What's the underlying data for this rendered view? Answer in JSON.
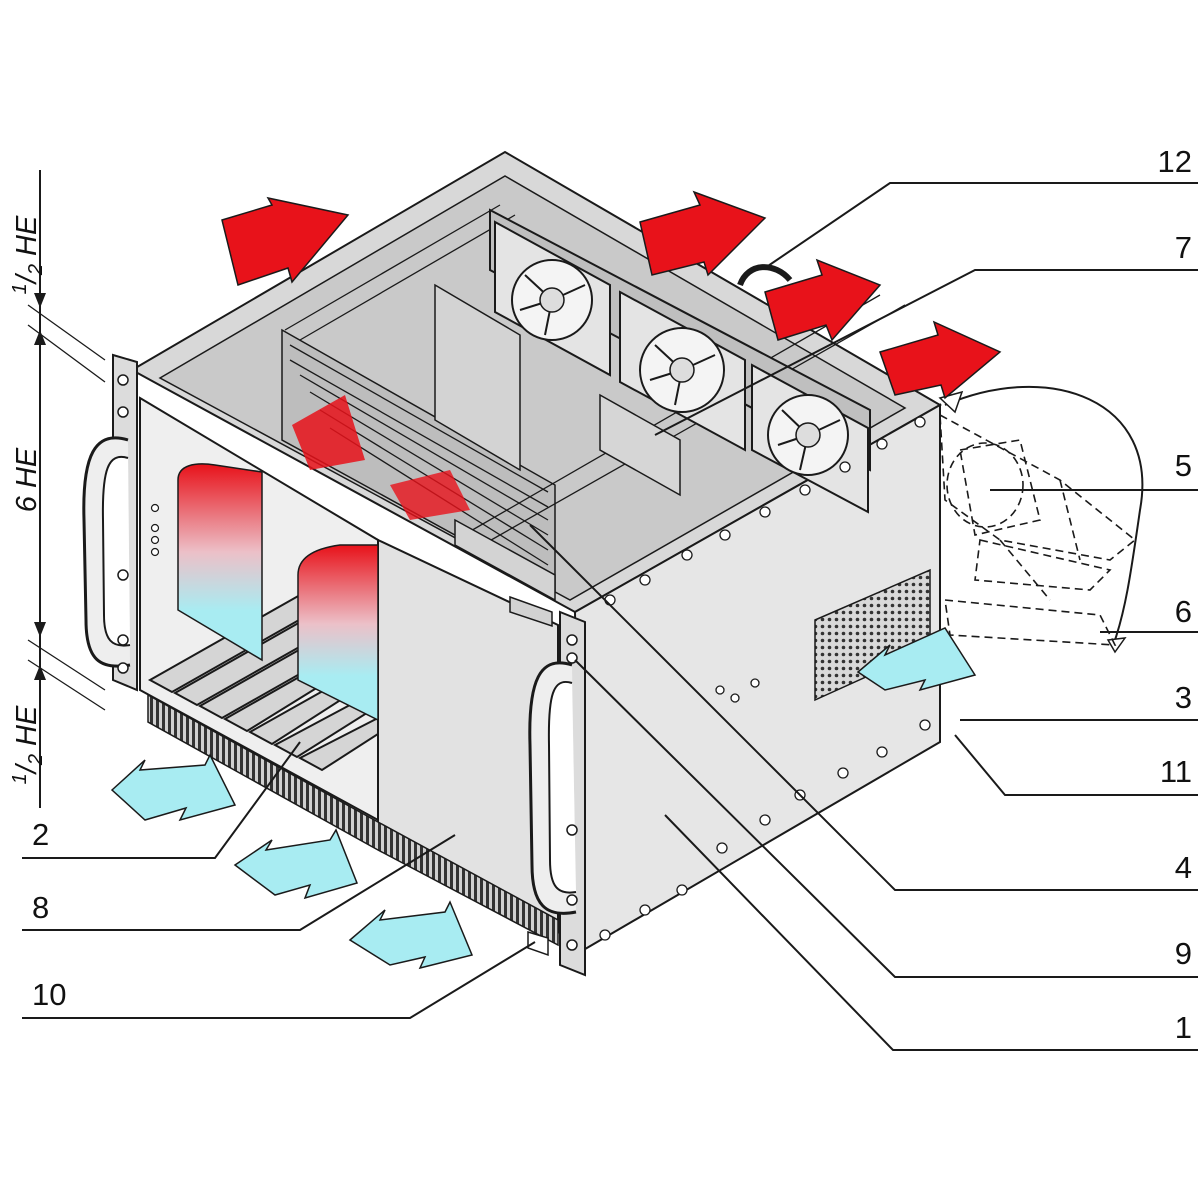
{
  "diagram": {
    "dimensions": {
      "top_half": {
        "num": "1",
        "den": "2",
        "unit": "HE"
      },
      "middle": "6 HE",
      "bottom_half": {
        "num": "1",
        "den": "2",
        "unit": "HE"
      }
    },
    "callouts": {
      "c1": "1",
      "c2": "2",
      "c3": "3",
      "c4": "4",
      "c5": "5",
      "c6": "6",
      "c7": "7",
      "c8": "8",
      "c9": "9",
      "c10": "10",
      "c11": "11",
      "c12": "12"
    },
    "colors": {
      "hot_air": "#e8121a",
      "cool_air": "#a8ecf2",
      "panel": "#e6e6e6",
      "panel_dark": "#cfcfcf",
      "line": "#1a1a1a"
    },
    "icons": [
      "fan-icon",
      "handle-icon",
      "air-arrow-icon"
    ]
  }
}
